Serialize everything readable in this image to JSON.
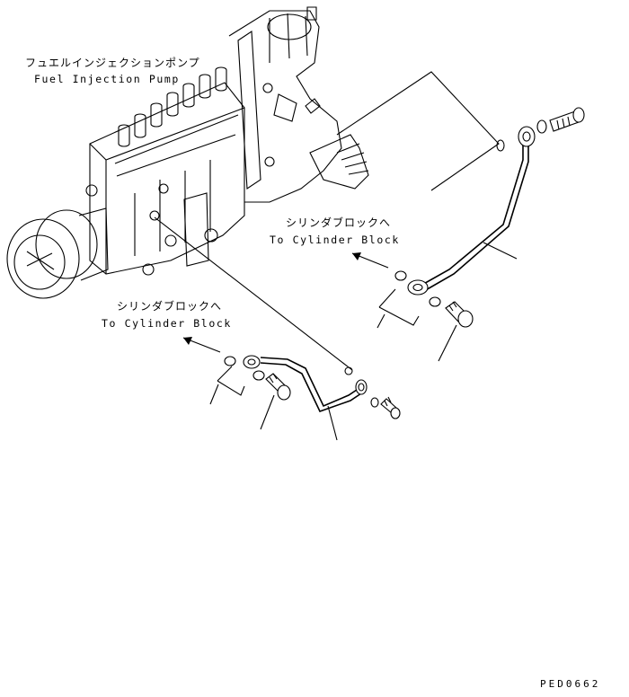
{
  "labels": {
    "pump_jp": "フュエルインジェクションポンプ",
    "pump_en": "Fuel Injection Pump",
    "cyl_upper_jp": "シリンダブロックへ",
    "cyl_upper_en": "To Cylinder Block",
    "cyl_lower_jp": "シリンダブロックへ",
    "cyl_lower_en": "To Cylinder Block",
    "drawing_code": "PED0662"
  },
  "colors": {
    "line": "#000000",
    "background": "#ffffff"
  }
}
